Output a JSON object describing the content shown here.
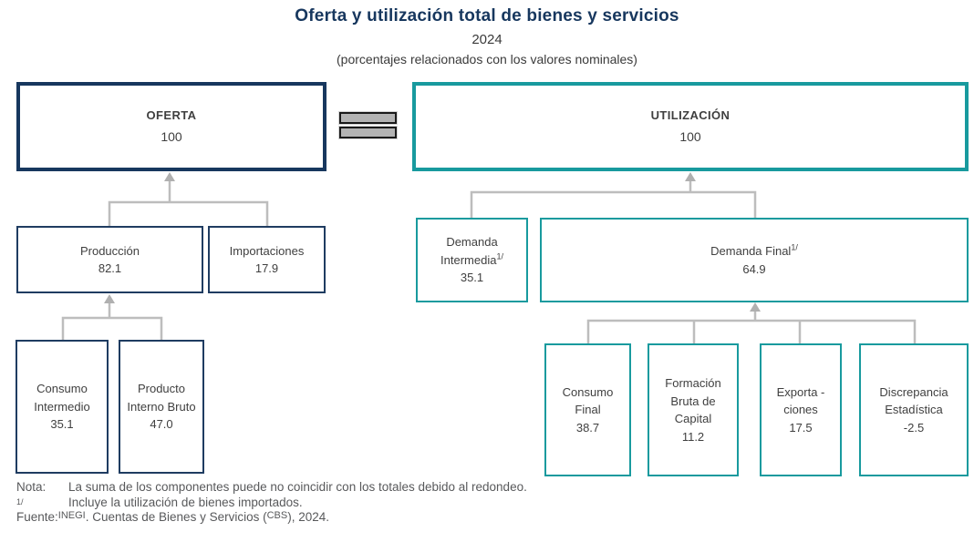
{
  "header": {
    "title": "Oferta y utilización total de bienes y servicios",
    "year": "2024",
    "subtitle": "(porcentajes relacionados con los valores nominales)"
  },
  "colors": {
    "navy_accent": "#17375e",
    "teal_accent": "#189a9e",
    "connector_gray": "#bdbdbd"
  },
  "icons": {
    "equals": "equals-icon"
  },
  "supply": {
    "root": {
      "label": "OFERTA",
      "value": "100"
    },
    "children": [
      {
        "label": "Producción",
        "value": "82.1"
      },
      {
        "label": "Importaciones",
        "value": "17.9"
      }
    ],
    "subchildren": [
      {
        "label": "Consumo Intermedio",
        "value": "35.1"
      },
      {
        "label": "Producto Interno Bruto",
        "value": "47.0"
      }
    ]
  },
  "utilization": {
    "root": {
      "label": "UTILIZACIÓN",
      "value": "100"
    },
    "children": [
      {
        "label": "Demanda Intermedia",
        "footnote_mark": "1/",
        "value": "35.1"
      },
      {
        "label": "Demanda Final",
        "footnote_mark": "1/",
        "value": "64.9"
      }
    ],
    "subchildren": [
      {
        "label": "Consumo Final",
        "value": "38.7"
      },
      {
        "label": "Formación Bruta de Capital",
        "value": "11.2"
      },
      {
        "label": "Exporta - ciones",
        "value": "17.5"
      },
      {
        "label": "Discrepancia Estadística",
        "value": "-2.5"
      }
    ]
  },
  "footer": {
    "note_label": "Nota:",
    "note_text": "La suma de los componentes puede no coincidir con los totales debido al redondeo.",
    "footnote_mark": "1/",
    "footnote_text": "Incluye la utilización de bienes importados.",
    "source_label": "Fuente:",
    "source_inegi": "INEGI",
    "source_mid": ". Cuentas de Bienes y Servicios (",
    "source_cbs": "CBS",
    "source_end": "), 2024."
  }
}
